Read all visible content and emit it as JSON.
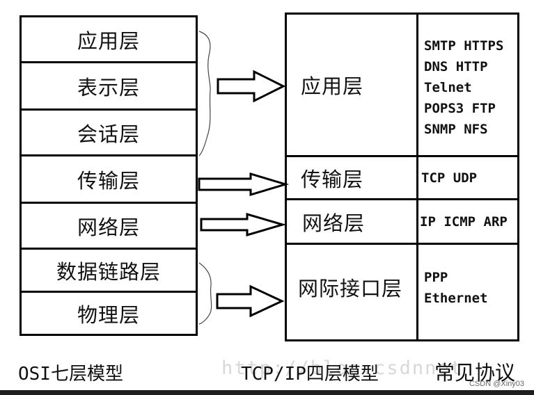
{
  "osi": {
    "layers": [
      "应用层",
      "表示层",
      "会话层",
      "传输层",
      "网络层",
      "数据链路层",
      "物理层"
    ],
    "caption": "OSI七层模型"
  },
  "tcpip": {
    "layers": [
      "应用层",
      "传输层",
      "网络层",
      "网际接口层"
    ],
    "caption": "TCP/IP四层模型",
    "protocols_caption": "常见协议",
    "protocols": {
      "application": [
        "SMTP HTTPS",
        "DNS HTTP",
        "Telnet",
        "POPS3 FTP",
        "SNMP NFS"
      ],
      "transport": [
        "TCP UDP"
      ],
      "network": [
        "IP ICMP ARP"
      ],
      "link": [
        "PPP",
        "Ethernet"
      ]
    }
  },
  "watermark": {
    "background": "http://blog.csdnnet",
    "corner": "CSDN @Xiny03"
  }
}
